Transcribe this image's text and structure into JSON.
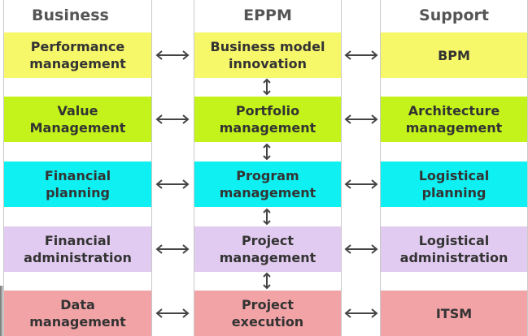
{
  "headers": {
    "business": "Business",
    "eppm": "EPPM",
    "support": "Support"
  },
  "rows": [
    {
      "color": "#f7f76a",
      "business": "Performance\nmanagement",
      "eppm": "Business model\ninnovation",
      "support": "BPM"
    },
    {
      "color": "#c3f31a",
      "business": "Value\nManagement",
      "eppm": "Portfolio\nmanagement",
      "support": "Architecture\nmanagement"
    },
    {
      "color": "#0ff0f2",
      "business": "Financial\nplanning",
      "eppm": "Program\nmanagement",
      "support": "Logistical\nplanning"
    },
    {
      "color": "#e2cbf0",
      "business": "Financial\nadministration",
      "eppm": "Project\nmanagement",
      "support": "Logistical\nadministration"
    },
    {
      "color": "#f1a3a6",
      "business": "Data\nmanagement",
      "eppm": "Project\nexecution",
      "support": "ITSM"
    }
  ],
  "arrow_color": "#444444",
  "grid_line_color": "#c9c9c9"
}
